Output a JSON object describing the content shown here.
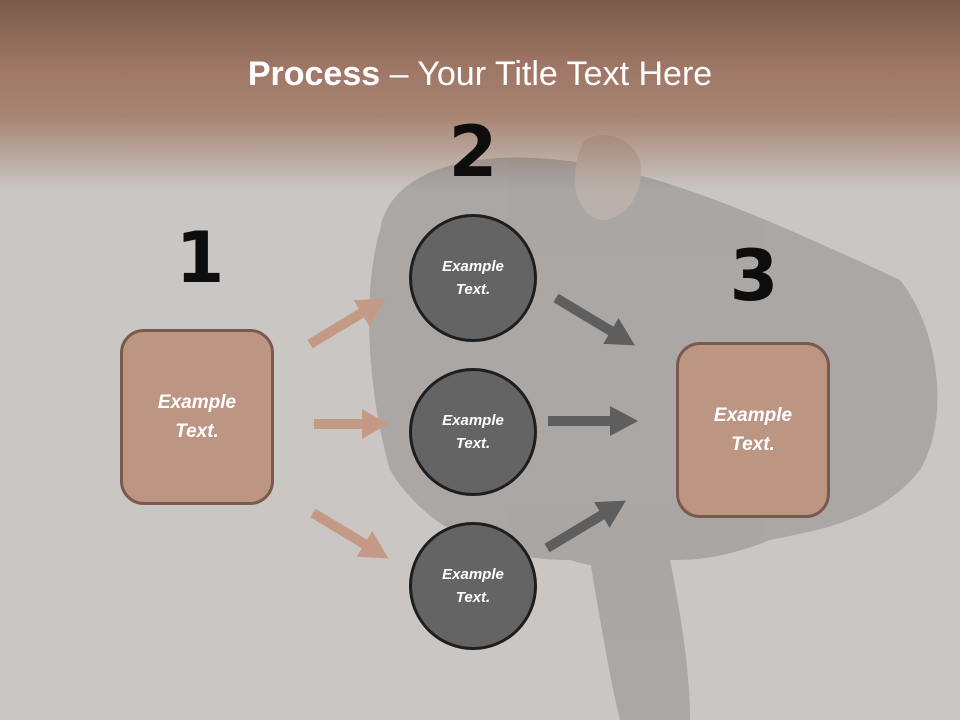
{
  "title": {
    "bold": "Process",
    "rest": " – Your Title Text Here"
  },
  "steps": [
    {
      "number": "1",
      "line1": "Example",
      "line2": "Text."
    },
    {
      "number": "2",
      "circles": [
        {
          "line1": "Example",
          "line2": "Text."
        },
        {
          "line1": "Example",
          "line2": "Text."
        },
        {
          "line1": "Example",
          "line2": "Text."
        }
      ]
    },
    {
      "number": "3",
      "line1": "Example",
      "line2": "Text."
    }
  ],
  "colors": {
    "box_fill": "#bd9583",
    "box_border": "#7a5a4d",
    "circle_fill": "#646464",
    "circle_border": "#1e1e1e",
    "arrow_left": "#c49a86",
    "arrow_right": "#5e5e5e",
    "header_band": "#a98574"
  }
}
